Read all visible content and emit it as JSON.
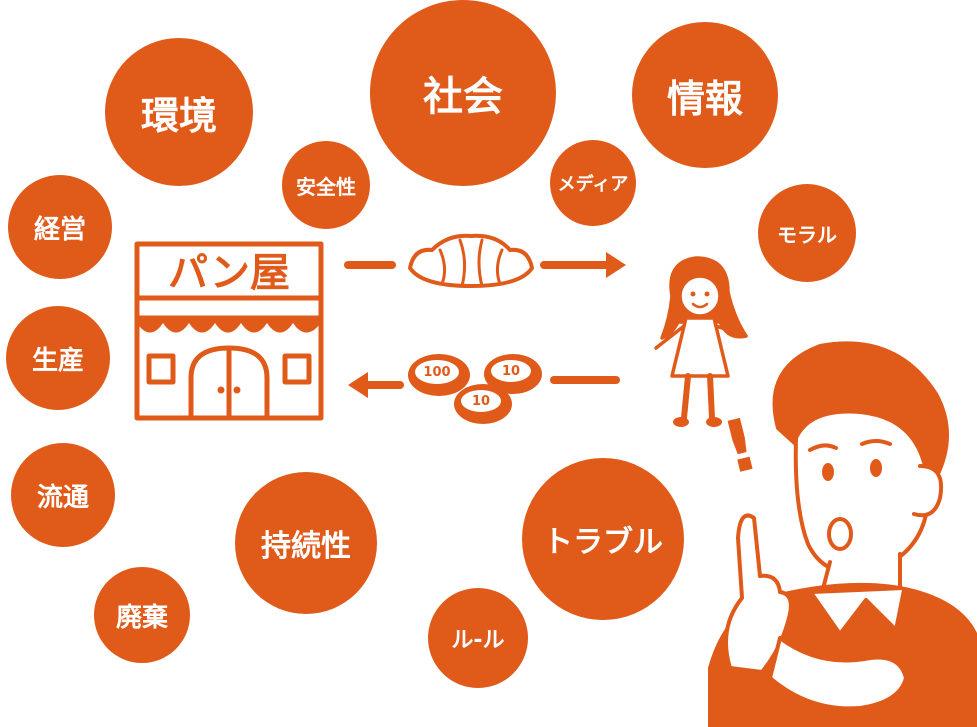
{
  "colors": {
    "accent": "#e05a1a",
    "background": "#ffffff"
  },
  "topics": {
    "kankyo": "環境",
    "shakai": "社会",
    "joho": "情報",
    "anzensei": "安全性",
    "media": "メディア",
    "moral": "モラル",
    "keiei": "経営",
    "seisan": "生産",
    "ryutsu": "流通",
    "haiki": "廃棄",
    "jizokusei": "持続性",
    "trouble": "トラブル",
    "rule": "ル-ル"
  },
  "shop": {
    "sign": "パン屋",
    "icon": "bakery-shop-icon"
  },
  "flow": {
    "product_icon": "croissant-icon",
    "coins": [
      "100",
      "10",
      "10"
    ]
  },
  "people": {
    "customer_icon": "girl-customer-icon",
    "thinker_icon": "man-thinking-icon",
    "exclamation": "!"
  }
}
